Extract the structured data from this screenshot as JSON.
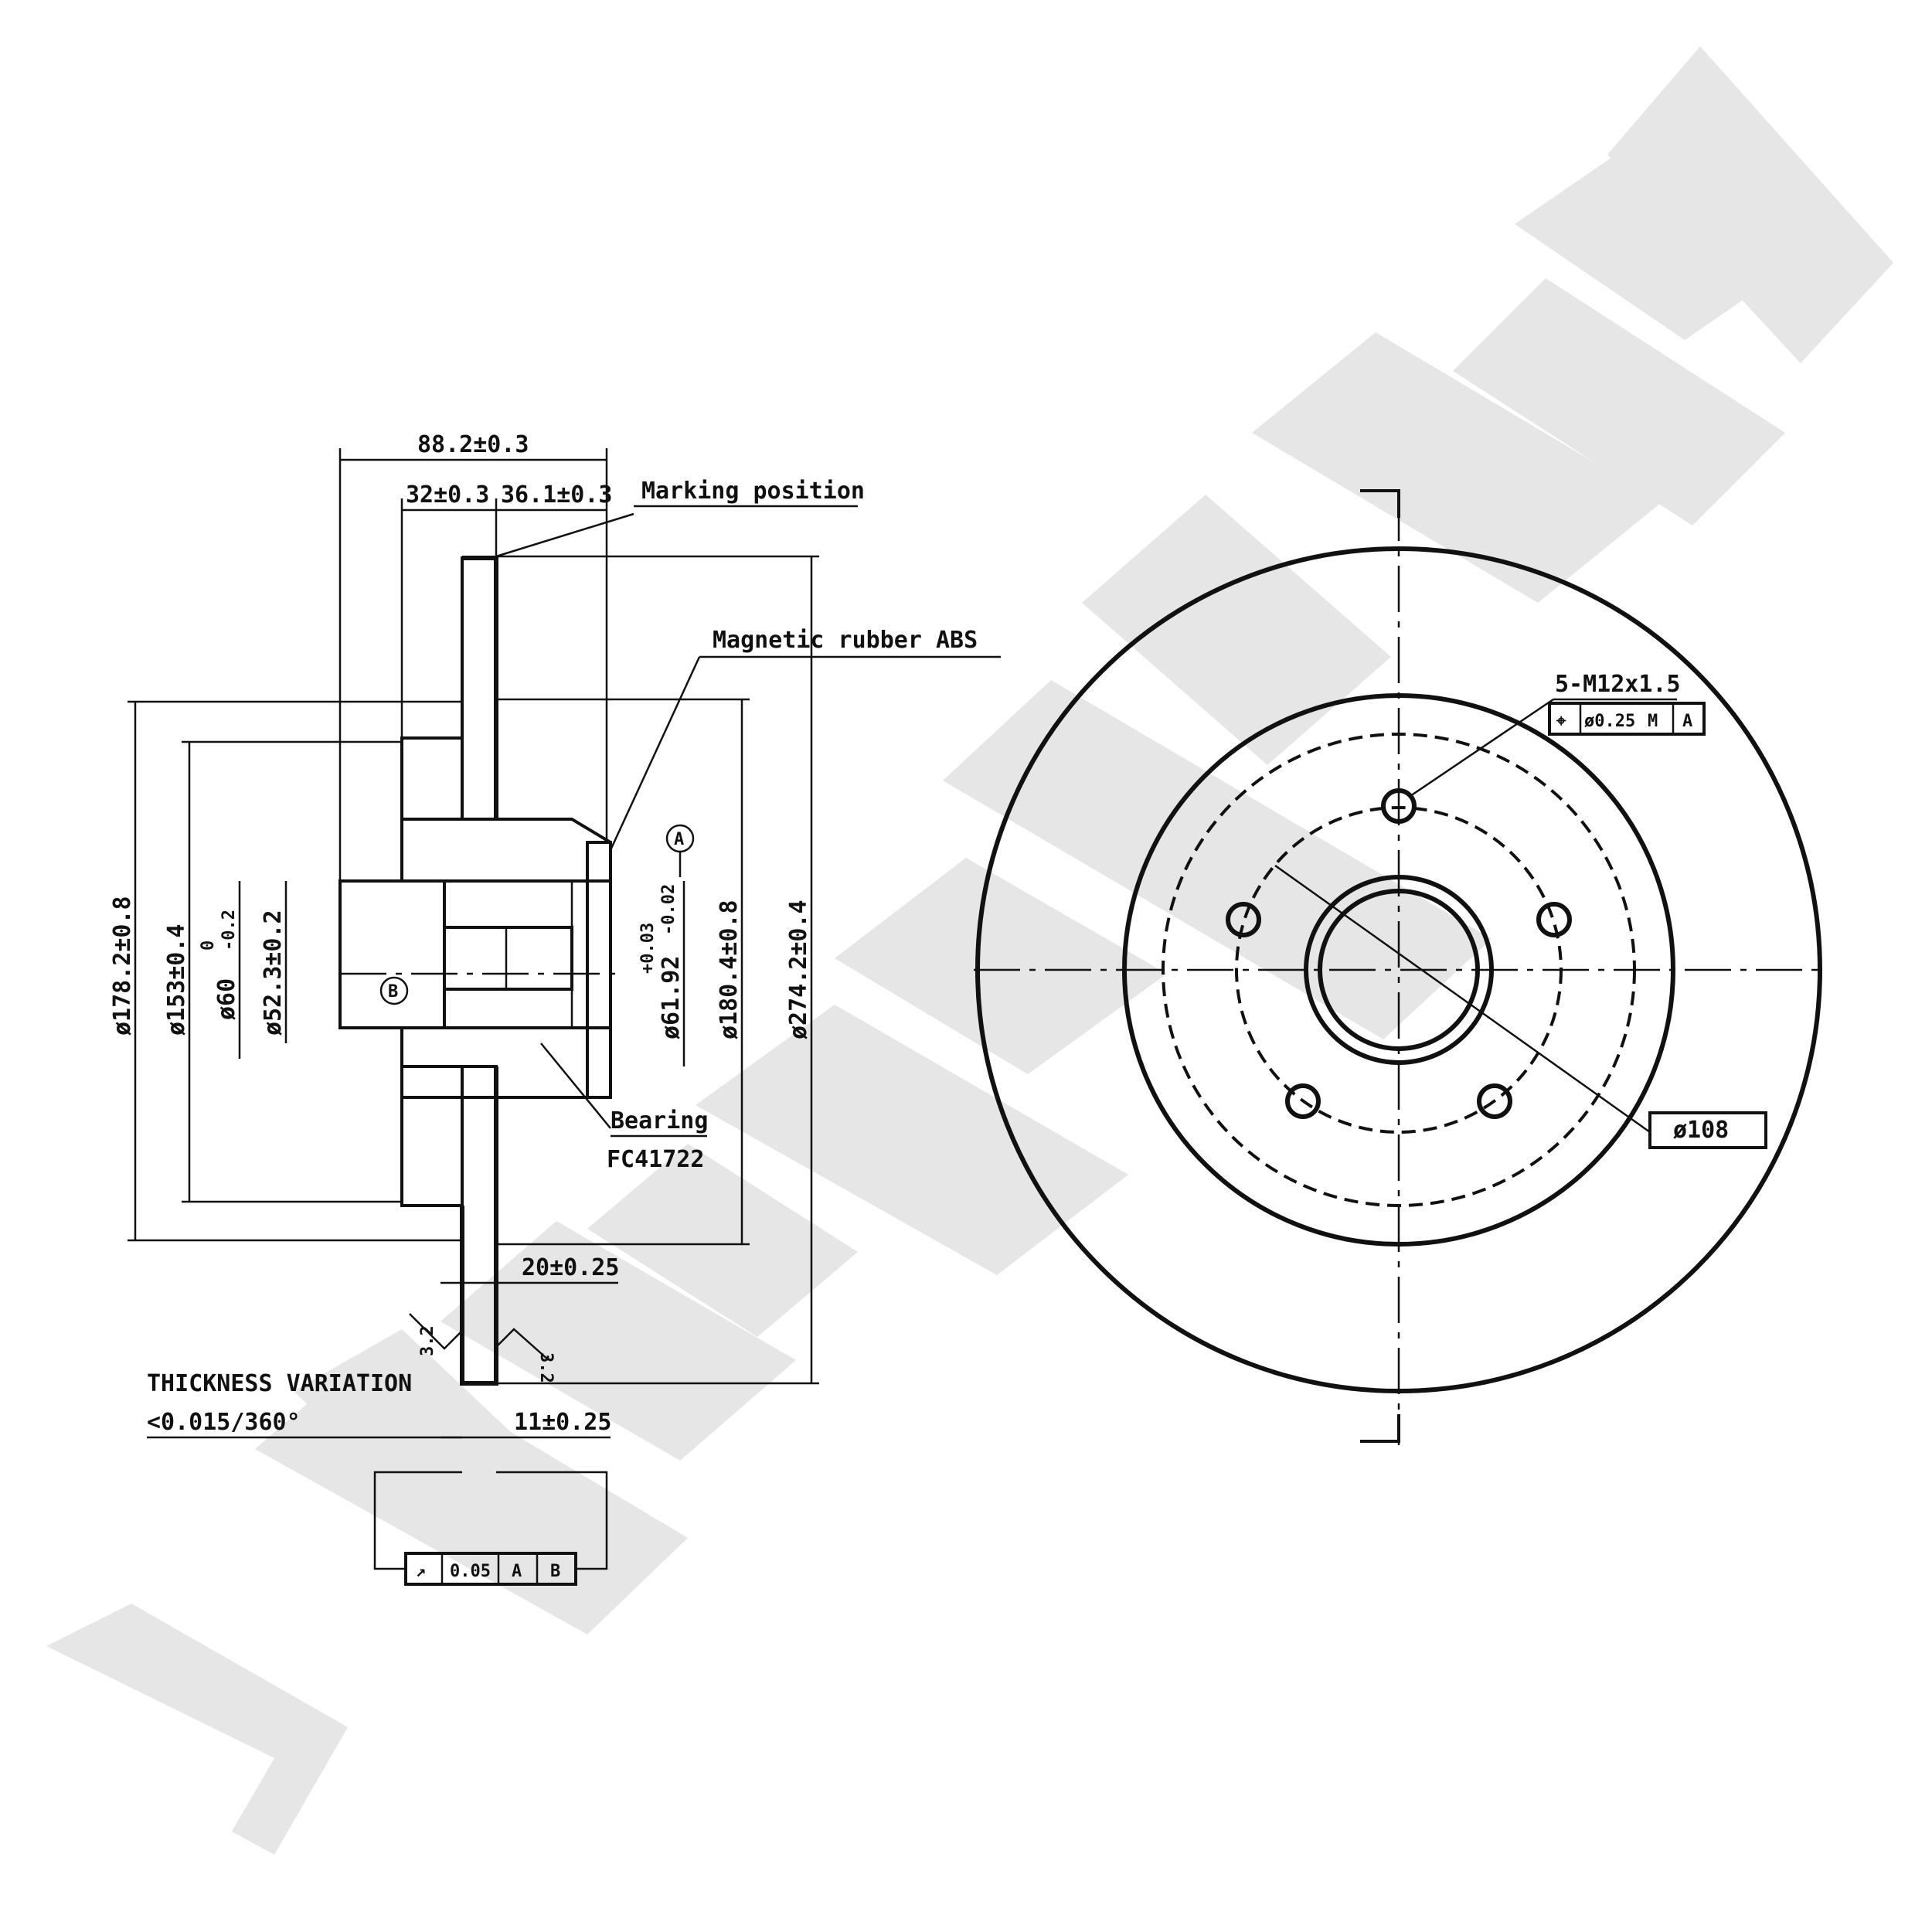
{
  "watermark": "ZENTEK",
  "side_view": {
    "dims": {
      "overall_width": "88.2±0.3",
      "hub_width": "32±0.3",
      "flange_offset": "36.1±0.3",
      "d_outer_hub": "ø178.2±0.8",
      "d_hub": "ø153±0.4",
      "d_center_bore": "ø60",
      "d_center_tol_upper": "0",
      "d_center_tol_lower": "-0.2",
      "d_bore": "ø52.3±0.2",
      "d_bearing": "ø61.92",
      "d_bearing_tol_upper": "+0.03",
      "d_bearing_tol_lower": "-0.02",
      "d_braking": "ø180.4±0.8",
      "d_disc": "ø274.2±0.4",
      "thickness": "20±0.25",
      "min_thickness": "11±0.25",
      "roughness_left": "3.2",
      "roughness_right": "3.2"
    },
    "callouts": {
      "marking_position": "Marking position",
      "magnetic_abs": "Magnetic rubber ABS",
      "bearing": "Bearing",
      "bearing_code": "FC41722",
      "datum_a": "A",
      "datum_b": "B"
    },
    "thickness_variation": {
      "label": "THICKNESS VARIATION",
      "value": "<0.015/360°"
    },
    "tolerance_frame": {
      "symbol": "↗",
      "value": "0.05",
      "ref1": "A",
      "ref2": "B"
    }
  },
  "front_view": {
    "holes_label": "5-M12x1.5",
    "position_frame": {
      "symbol": "⌖",
      "value": "ø0.25",
      "modifier": "M",
      "ref": "A"
    },
    "pcd": "ø108"
  }
}
